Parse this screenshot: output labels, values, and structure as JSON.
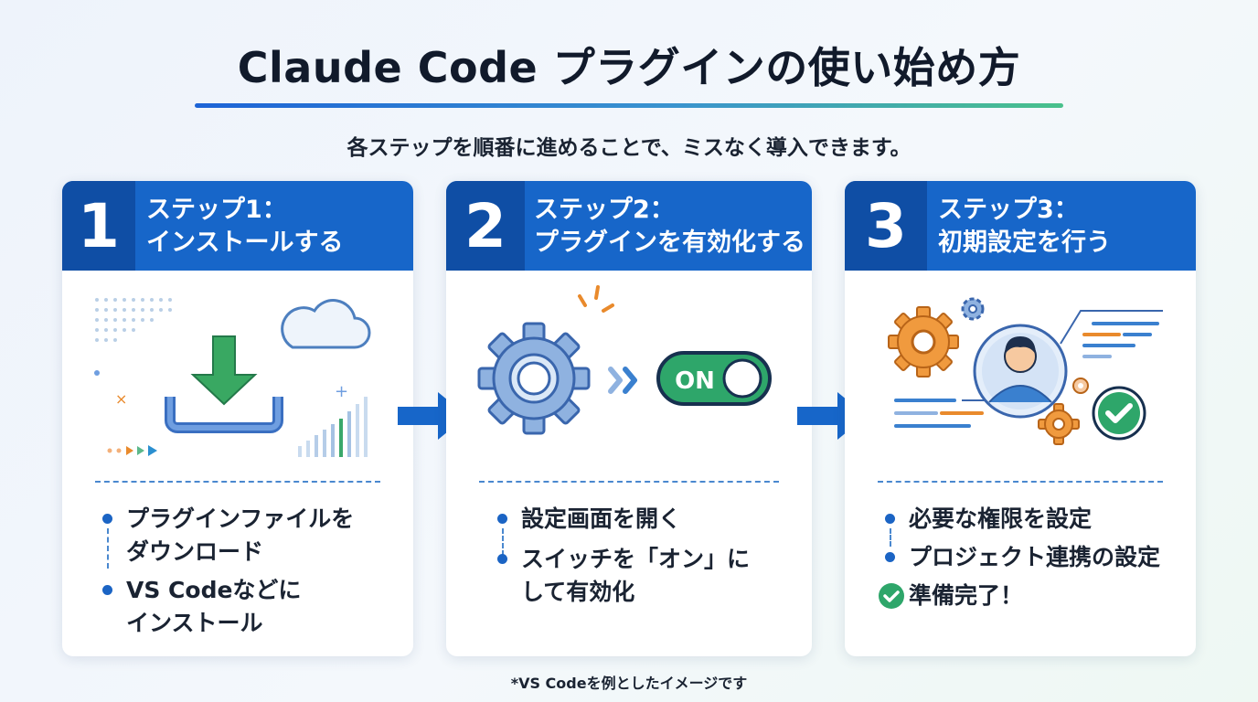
{
  "title": "Claude Code プラグインの使い始め方",
  "subtitle": "各ステップを順番に進めることで、ミスなく導入できます。",
  "steps": [
    {
      "number": "1",
      "title_line1": "ステップ1：",
      "title_line2": "インストールする",
      "illustration": "download-icon",
      "bullets": [
        {
          "lines": [
            "プラグインファイルを",
            "ダウンロード"
          ]
        },
        {
          "lines": [
            "VS Codeなどに",
            "インストール"
          ]
        }
      ]
    },
    {
      "number": "2",
      "title_line1": "ステップ2：",
      "title_line2": "プラグインを有効化する",
      "illustration": "gear-toggle-icon",
      "toggle_label": "ON",
      "bullets": [
        {
          "lines": [
            "設定画面を開く"
          ]
        },
        {
          "lines": [
            "スイッチを「オン」に",
            "して有効化"
          ]
        }
      ]
    },
    {
      "number": "3",
      "title_line1": "ステップ3：",
      "title_line2": "初期設定を行う",
      "illustration": "user-settings-icon",
      "bullets": [
        {
          "lines": [
            "必要な権限を設定"
          ]
        },
        {
          "lines": [
            "プロジェクト連携の設定"
          ]
        }
      ],
      "final": "準備完了！"
    }
  ],
  "footnote": "*VS Codeを例としたイメージです",
  "colors": {
    "primary": "#1766c9",
    "primary_dark": "#0f4ea5",
    "accent_green": "#2ea66a",
    "accent_orange": "#e98a2c"
  }
}
